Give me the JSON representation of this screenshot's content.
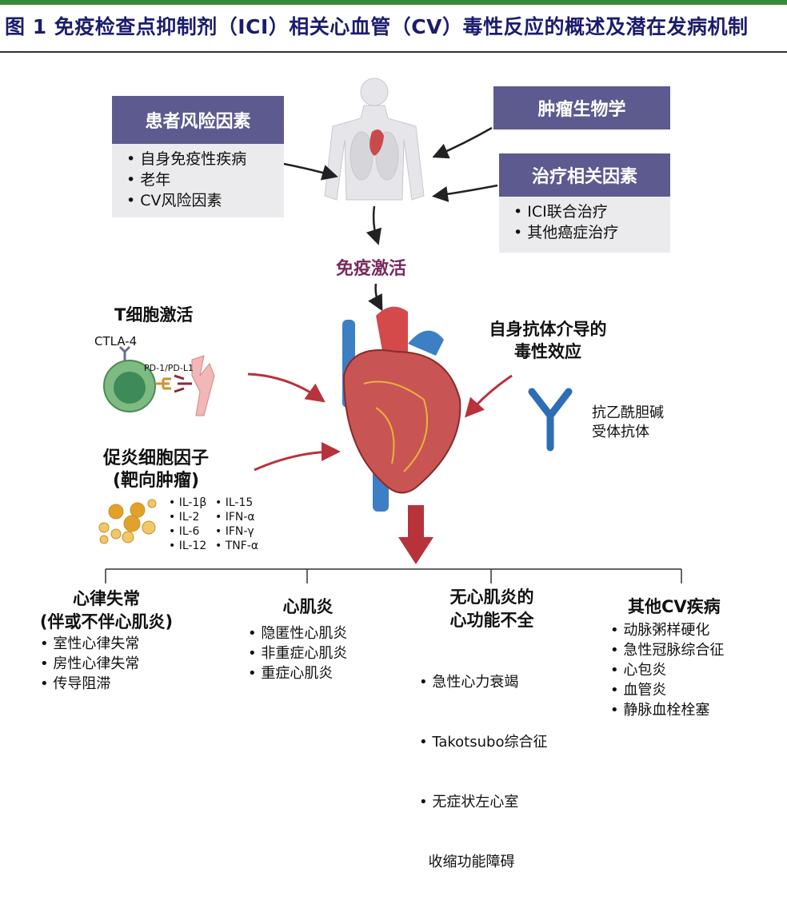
{
  "title": "图 1 免疫检查点抑制剂（ICI）相关心血管（CV）毒性反应的概述及潜在发病机制",
  "patient_risk": {
    "header": "患者风险因素",
    "items": [
      "• 自身免疫性疾病",
      "• 老年",
      "• CV风险因素"
    ]
  },
  "tumor_biology": {
    "header": "肿瘤生物学"
  },
  "treatment": {
    "header": "治疗相关因素",
    "items": [
      "• ICI联合治疗",
      "• 其他癌症治疗"
    ]
  },
  "immune_activation": "免疫激活",
  "tcell": {
    "title": "T细胞激活",
    "ctla4": "CTLA-4",
    "pd1": "PD-1/PD-L1"
  },
  "cytokines": {
    "title1": "促炎细胞因子",
    "title2": "(靶向肿瘤)",
    "col1": [
      "• IL-1β",
      "• IL-2",
      "• IL-6",
      "• IL-12"
    ],
    "col2": [
      "• IL-15",
      "• IFN-α",
      "• IFN-γ",
      "• TNF-α"
    ]
  },
  "autoantibody": {
    "title1": "自身抗体介导的",
    "title2": "毒性效应",
    "label1": "抗乙酰胆碱",
    "label2": "受体抗体"
  },
  "outcomes": [
    {
      "title": [
        "心律失常",
        "(伴或不伴心肌炎)"
      ],
      "items": [
        "• 室性心律失常",
        "• 房性心律失常",
        "• 传导阻滞"
      ]
    },
    {
      "title": [
        "心肌炎"
      ],
      "items": [
        "• 隐匿性心肌炎",
        "• 非重症心肌炎",
        "• 重症心肌炎"
      ]
    },
    {
      "title": [
        "无心肌炎的",
        "心功能不全"
      ],
      "items": [
        "• 急性心力衰竭",
        "• Takotsubo综合征",
        "• 无症状左心室",
        "  收缩功能障碍"
      ]
    },
    {
      "title": [
        "其他CV疾病"
      ],
      "items": [
        "• 动脉粥样硬化",
        "• 急性冠脉综合征",
        "• 心包炎",
        "• 血管炎",
        "• 静脉血栓栓塞"
      ]
    }
  ],
  "colors": {
    "title": "#1c1c6e",
    "box_header": "#5c5a8e",
    "accent": "#7a2a5e",
    "arrow_red": "#b8323a"
  }
}
